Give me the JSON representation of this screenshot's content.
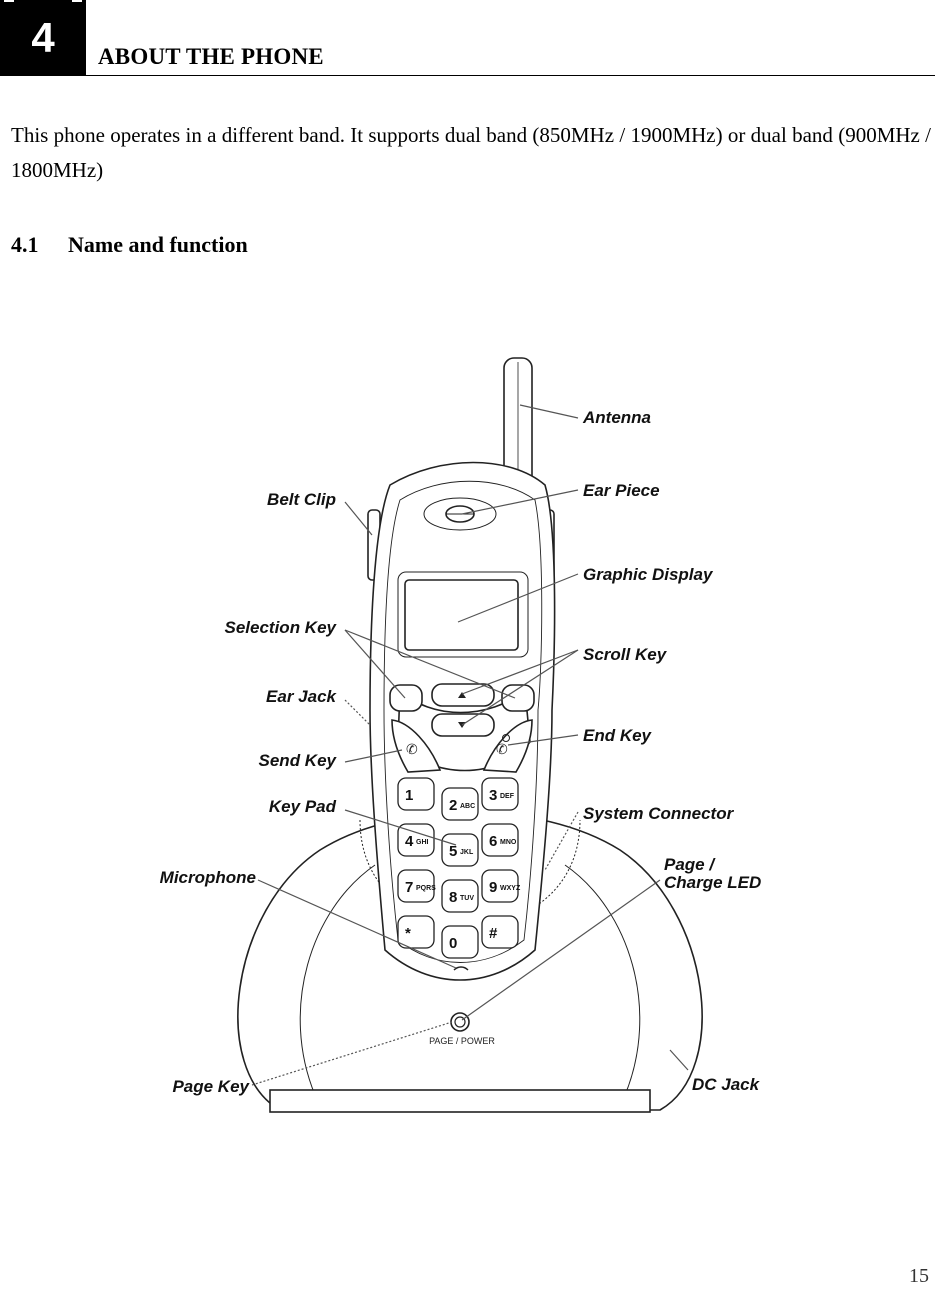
{
  "chapter": {
    "number": "4",
    "title": "ABOUT THE PHONE"
  },
  "intro": {
    "text": "This phone operates in a different band. It supports dual band (850MHz / 1900MHz) or dual band (900MHz / 1800MHz)"
  },
  "section": {
    "number": "4.1",
    "title": "Name and function"
  },
  "figure": {
    "labels": {
      "antenna": "Antenna",
      "ear_piece": "Ear Piece",
      "belt_clip": "Belt Clip",
      "graphic_display": "Graphic Display",
      "selection_key": "Selection Key",
      "scroll_key": "Scroll Key",
      "ear_jack": "Ear Jack",
      "end_key": "End Key",
      "send_key": "Send Key",
      "key_pad": "Key Pad",
      "system_connector": "System Connector",
      "microphone": "Microphone",
      "page_charge_led_line1": "Page /",
      "page_charge_led_line2": "Charge LED",
      "page_key": "Page Key",
      "dc_jack": "DC Jack"
    },
    "base_button_label": "PAGE / POWER",
    "keypad": {
      "keys": [
        {
          "digit": "1",
          "letters": ""
        },
        {
          "digit": "2",
          "letters": "ABC"
        },
        {
          "digit": "3",
          "letters": "DEF"
        },
        {
          "digit": "4",
          "letters": "GHI"
        },
        {
          "digit": "5",
          "letters": "JKL"
        },
        {
          "digit": "6",
          "letters": "MNO"
        },
        {
          "digit": "7",
          "letters": "PQRS"
        },
        {
          "digit": "8",
          "letters": "TUV"
        },
        {
          "digit": "9",
          "letters": "WXYZ"
        },
        {
          "digit": "*",
          "letters": ""
        },
        {
          "digit": "0",
          "letters": ""
        },
        {
          "digit": "#",
          "letters": ""
        }
      ]
    }
  },
  "page_number": "15"
}
